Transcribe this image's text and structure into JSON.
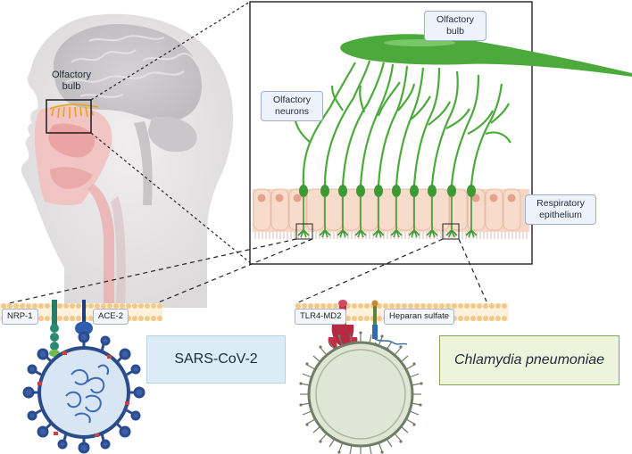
{
  "labels": {
    "head_olfactory_bulb": "Olfactory bulb",
    "zoom_olfactory_bulb": "Olfactory bulb",
    "olfactory_neurons": "Olfactory neurons",
    "respiratory_epithelium": "Respiratory epithelium",
    "receptor_nrp1": "NRP-1",
    "receptor_ace2": "ACE-2",
    "receptor_tlr4": "TLR4-MD2",
    "receptor_heparan": "Heparan sulfate",
    "virus_name": "SARS-CoV-2",
    "bacterium_name": "Chlamydia pneumoniae"
  },
  "colors": {
    "neuron_green": "#4caa3c",
    "epithelium_cell": "#f6d6c4",
    "membrane_head": "#f3c98a",
    "virus_spike": "#2b4c8c",
    "bacterium_fill": "#dfe6d6",
    "tlr4": "#c0304a"
  },
  "icons": [
    "head-silhouette-illustration",
    "olfactory-neuron-icon",
    "sars-cov-2-virion-icon",
    "chlamydia-cell-icon"
  ]
}
